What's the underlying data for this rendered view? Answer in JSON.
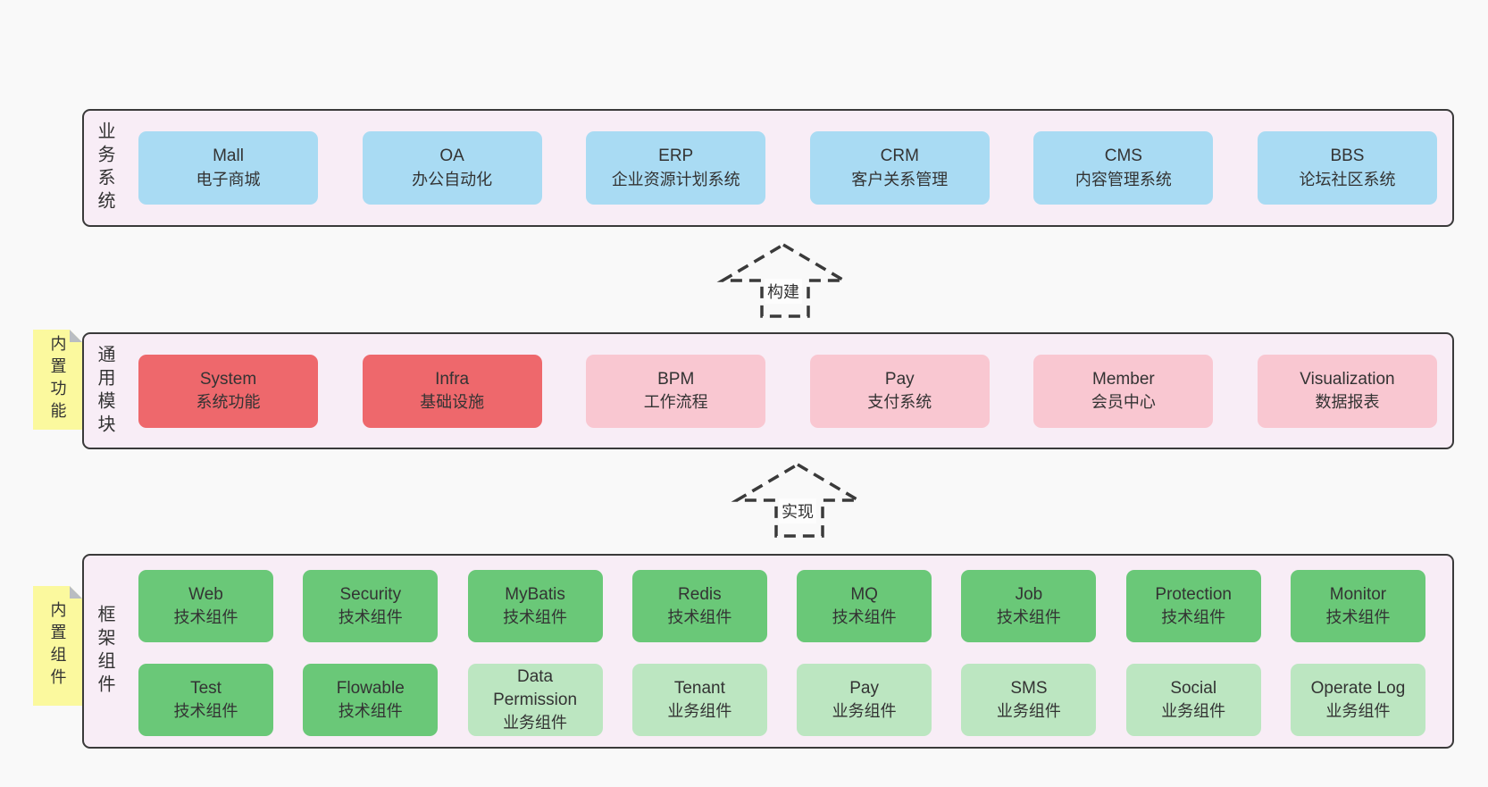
{
  "colors": {
    "page_background": "#f9f9f9",
    "band_background": "#f8edf6",
    "band_border": "#3a3a3a",
    "box_blue": "#a9dbf3",
    "box_red": "#ee686c",
    "box_pink": "#f9c7d1",
    "box_green": "#6ac878",
    "box_light_green": "#bce6c1",
    "sticky_yellow": "#fbf99e",
    "sticky_fold_gray": "#b9bdc2",
    "text": "#333333"
  },
  "arrows": [
    {
      "label": "构建"
    },
    {
      "label": "实现"
    }
  ],
  "bands": [
    {
      "label": "业务系统",
      "boxes": [
        {
          "title": "Mall",
          "subtitle": "电子商城",
          "variant": "blue"
        },
        {
          "title": "OA",
          "subtitle": "办公自动化",
          "variant": "blue"
        },
        {
          "title": "ERP",
          "subtitle": "企业资源计划系统",
          "variant": "blue"
        },
        {
          "title": "CRM",
          "subtitle": "客户关系管理",
          "variant": "blue"
        },
        {
          "title": "CMS",
          "subtitle": "内容管理系统",
          "variant": "blue"
        },
        {
          "title": "BBS",
          "subtitle": "论坛社区系统",
          "variant": "blue"
        }
      ]
    },
    {
      "label": "通用模块",
      "sticky": "内置功能",
      "boxes": [
        {
          "title": "System",
          "subtitle": "系统功能",
          "variant": "red"
        },
        {
          "title": "Infra",
          "subtitle": "基础设施",
          "variant": "red"
        },
        {
          "title": "BPM",
          "subtitle": "工作流程",
          "variant": "pink"
        },
        {
          "title": "Pay",
          "subtitle": "支付系统",
          "variant": "pink"
        },
        {
          "title": "Member",
          "subtitle": "会员中心",
          "variant": "pink"
        },
        {
          "title": "Visualization",
          "subtitle": "数据报表",
          "variant": "pink"
        }
      ]
    },
    {
      "label": "框架组件",
      "sticky": "内置组件",
      "rows": [
        [
          {
            "title": "Web",
            "subtitle": "技术组件",
            "variant": "green"
          },
          {
            "title": "Security",
            "subtitle": "技术组件",
            "variant": "green"
          },
          {
            "title": "MyBatis",
            "subtitle": "技术组件",
            "variant": "green"
          },
          {
            "title": "Redis",
            "subtitle": "技术组件",
            "variant": "green"
          },
          {
            "title": "MQ",
            "subtitle": "技术组件",
            "variant": "green"
          },
          {
            "title": "Job",
            "subtitle": "技术组件",
            "variant": "green"
          },
          {
            "title": "Protection",
            "subtitle": "技术组件",
            "variant": "green"
          },
          {
            "title": "Monitor",
            "subtitle": "技术组件",
            "variant": "green"
          }
        ],
        [
          {
            "title": "Test",
            "subtitle": "技术组件",
            "variant": "green"
          },
          {
            "title": "Flowable",
            "subtitle": "技术组件",
            "variant": "green"
          },
          {
            "title": "Data Permission",
            "subtitle": "业务组件",
            "variant": "lightgreen"
          },
          {
            "title": "Tenant",
            "subtitle": "业务组件",
            "variant": "lightgreen"
          },
          {
            "title": "Pay",
            "subtitle": "业务组件",
            "variant": "lightgreen"
          },
          {
            "title": "SMS",
            "subtitle": "业务组件",
            "variant": "lightgreen"
          },
          {
            "title": "Social",
            "subtitle": "业务组件",
            "variant": "lightgreen"
          },
          {
            "title": "Operate Log",
            "subtitle": "业务组件",
            "variant": "lightgreen"
          }
        ]
      ]
    }
  ]
}
